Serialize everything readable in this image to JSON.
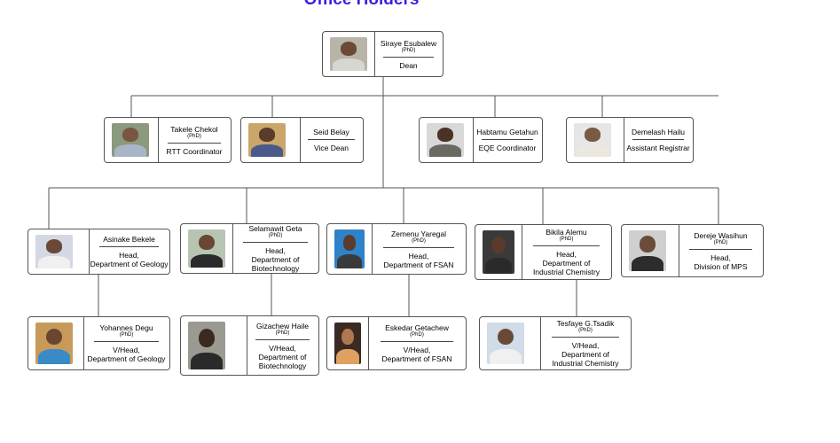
{
  "page": {
    "title": "Office Holders",
    "title_color": "#3d1de0"
  },
  "officers": [
    {
      "name": "Siraye Esubalew",
      "degree": "(PhD)",
      "role": [
        "Dean"
      ],
      "photo": {
        "bg": "#b9b4a8",
        "skin": "#6a4a35",
        "shirt": "#d8d6d2"
      }
    },
    {
      "name": "Takele Chekol",
      "degree": "(PhD)",
      "role": [
        "RTT Coordinator"
      ],
      "photo": {
        "bg": "#8a9a7e",
        "skin": "#7a5640",
        "shirt": "#a8b4c8"
      }
    },
    {
      "name": "Seid Belay",
      "degree": "",
      "role": [
        "Vice Dean"
      ],
      "photo": {
        "bg": "#caa66a",
        "skin": "#5a3c2a",
        "shirt": "#4a5a8a"
      }
    },
    {
      "name": "Habtamu Getahun",
      "degree": "",
      "role": [
        "EQE Coordinator"
      ],
      "photo": {
        "bg": "#d8d8d8",
        "skin": "#4a3226",
        "shirt": "#6a6a62"
      }
    },
    {
      "name": "Demelash Hailu",
      "degree": "",
      "role": [
        "Assistant Registrar"
      ],
      "photo": {
        "bg": "#e6e6e6",
        "skin": "#7a5a44",
        "shirt": "#ece8e0"
      }
    },
    {
      "name": "Asinake Bekele",
      "degree": "",
      "role": [
        "Head,",
        "Department of Geology"
      ],
      "photo": {
        "bg": "#d4d8e4",
        "skin": "#6a4a36",
        "shirt": "#f0f0f0"
      }
    },
    {
      "name": "Selamawit Geta",
      "degree": "(PhD)",
      "role": [
        "Head,",
        "Department of",
        "Biotechnology"
      ],
      "photo": {
        "bg": "#b8c4b2",
        "skin": "#6a4634",
        "shirt": "#2a2a2a"
      }
    },
    {
      "name": "Zemenu Yaregal",
      "degree": "(PhD)",
      "role": [
        "Head,",
        "Department of FSAN"
      ],
      "photo": {
        "bg": "#2f82c8",
        "skin": "#5a3c2c",
        "shirt": "#3a3a3a"
      }
    },
    {
      "name": "Bikila Alemu",
      "degree": "(PhD)",
      "role": [
        "Head,",
        "Department of",
        "Industrial Chemistry"
      ],
      "photo": {
        "bg": "#3a3a3a",
        "skin": "#5a3a2a",
        "shirt": "#2a2a2a"
      }
    },
    {
      "name": "Dereje Wasihun",
      "degree": "(PhD)",
      "role": [
        "Head,",
        "Division of  MPS"
      ],
      "photo": {
        "bg": "#cfcfcf",
        "skin": "#6a4c3a",
        "shirt": "#2c2c2c"
      }
    },
    {
      "name": "Yohannes Degu",
      "degree": "(PhD)",
      "role": [
        "V/Head,",
        "Department of Geology"
      ],
      "photo": {
        "bg": "#c89a5a",
        "skin": "#6a4632",
        "shirt": "#3a8ac8"
      }
    },
    {
      "name": "Gizachew Haile",
      "degree": "(PhD)",
      "role": [
        "V/Head,",
        "Department of",
        "Biotechnology"
      ],
      "photo": {
        "bg": "#9a9a92",
        "skin": "#3a2a20",
        "shirt": "#2a2a2a"
      }
    },
    {
      "name": "Eskedar Getachew",
      "degree": "(PhD)",
      "role": [
        "V/Head,",
        "Department of FSAN"
      ],
      "photo": {
        "bg": "#3a2a22",
        "skin": "#b07850",
        "shirt": "#e0a060"
      }
    },
    {
      "name": "Tesfaye G.Tsadik",
      "degree": "(PhD)",
      "role": [
        "V/Head,",
        "Department of",
        "Industrial Chemistry"
      ],
      "photo": {
        "bg": "#d0dce8",
        "skin": "#6a4a36",
        "shirt": "#f0f0f0"
      }
    }
  ]
}
